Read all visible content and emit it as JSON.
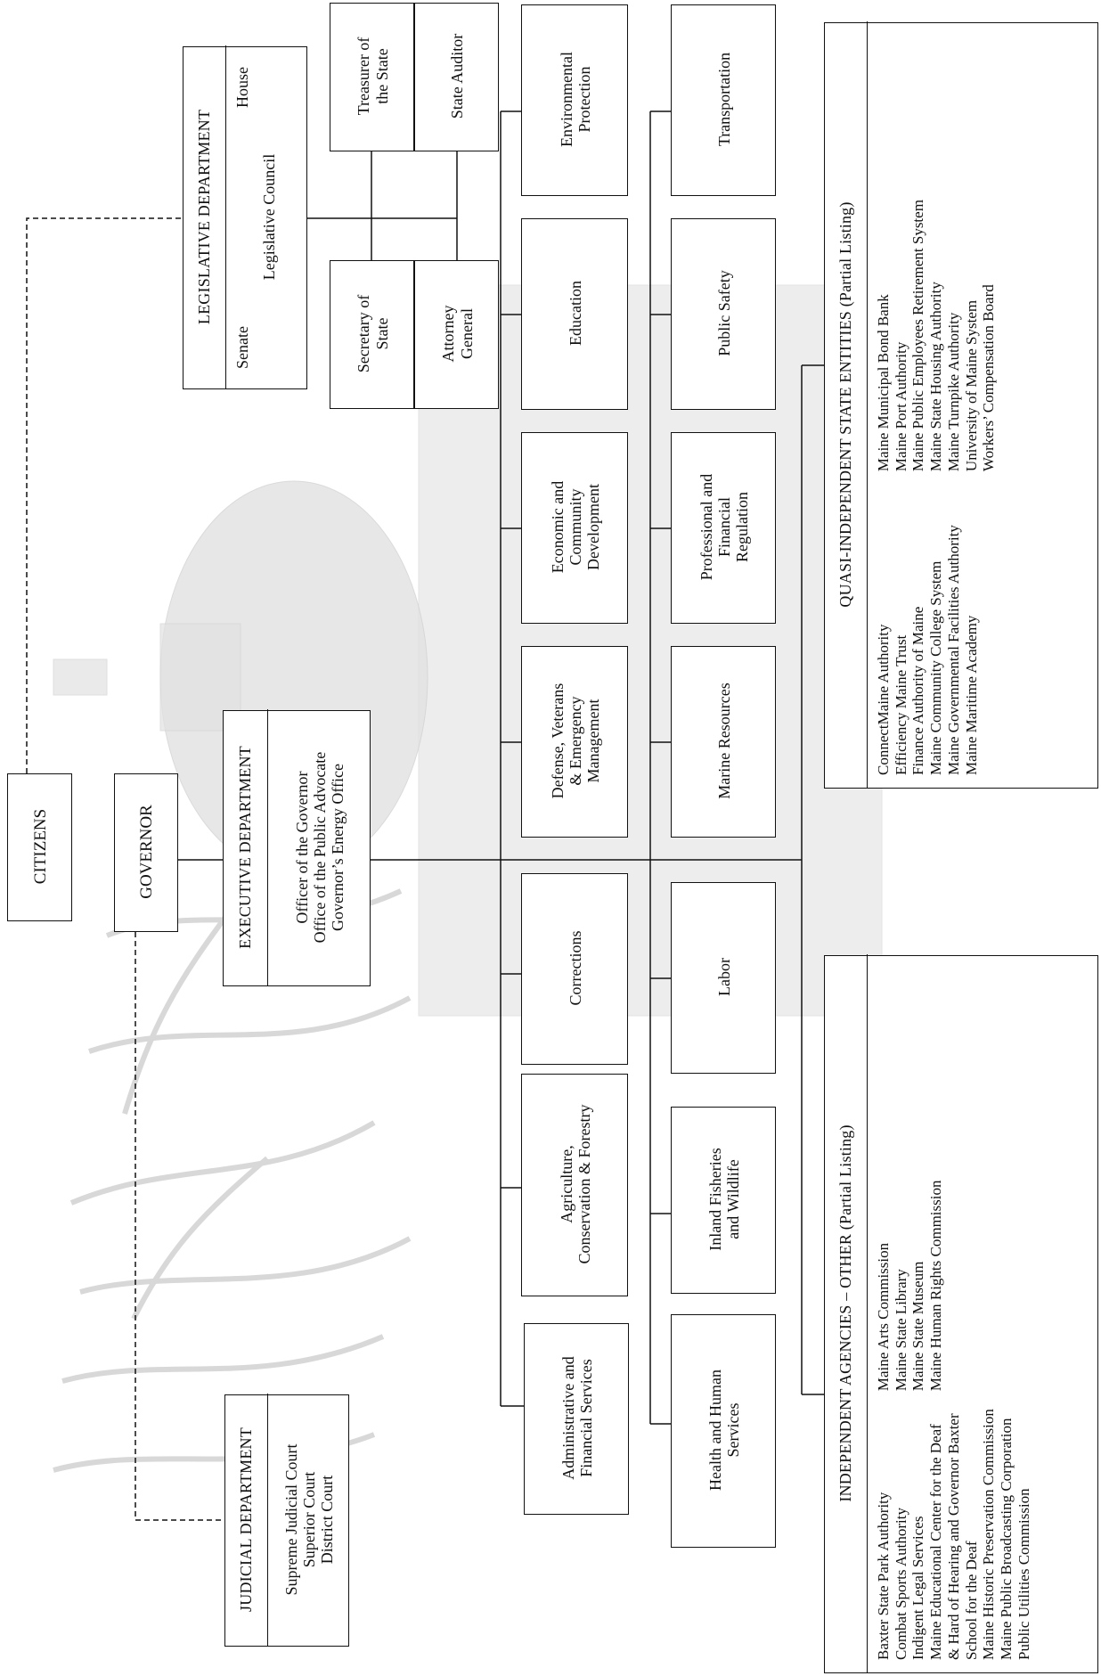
{
  "citizens": "CITIZENS",
  "governor": "GOVERNOR",
  "executive": {
    "title": "EXECUTIVE DEPARTMENT",
    "offices": [
      "Officer of the Governor",
      "Office of the Public Advocate",
      "Governor’s Energy Office"
    ]
  },
  "legislative": {
    "title": "LEGISLATIVE DEPARTMENT",
    "senate": "Senate",
    "council": "Legislative Council",
    "house": "House"
  },
  "judicial": {
    "title": "JUDICIAL DEPARTMENT",
    "courts": [
      "Supreme Judicial Court",
      "Superior Court",
      "District Court"
    ]
  },
  "constitutional": {
    "treasurer": [
      "Treasurer of",
      "the State"
    ],
    "auditor": [
      "State Auditor"
    ],
    "secretary": [
      "Secretary of",
      "State"
    ],
    "attorney": [
      "Attorney",
      "General"
    ]
  },
  "departments_upper": [
    [
      "Administrative and",
      "Financial Services"
    ],
    [
      "Agriculture,",
      "Conservation & Forestry"
    ],
    [
      "Corrections"
    ],
    [
      "Defense, Veterans",
      "& Emergency",
      "Management"
    ],
    [
      "Economic and",
      "Community",
      "Development"
    ],
    [
      "Education"
    ],
    [
      "Environmental",
      "Protection"
    ]
  ],
  "departments_lower": [
    [
      "Health and Human",
      "Services"
    ],
    [
      "Inland Fisheries",
      "and Wildlife"
    ],
    [
      "Labor"
    ],
    [
      "Marine Resources"
    ],
    [
      "Professional and",
      "Financial",
      "Regulation"
    ],
    [
      "Public Safety"
    ],
    [
      "Transportation"
    ]
  ],
  "independent": {
    "title": "INDEPENDENT AGENCIES – OTHER (Partial Listing)",
    "col1": [
      "Baxter State Park Authority",
      "Combat Sports Authority",
      "Indigent Legal Services",
      "Maine Educational Center for the Deaf",
      "& Hard of Hearing and Governor Baxter",
      "School for the Deaf",
      "Maine Historic Preservation Commission",
      "Maine Public Broadcasting Corporation",
      "Public Utilities Commission"
    ],
    "col2": [
      "Maine Arts Commission",
      "Maine State Library",
      "Maine State Museum",
      "Maine Human Rights Commission"
    ]
  },
  "quasi": {
    "title": "QUASI-INDEPENDENT STATE ENTITIES (Partial Listing)",
    "col1": [
      "ConnectMaine Authority",
      "Efficiency Maine Trust",
      "Finance Authority of Maine",
      "Maine Community College System",
      "Maine Governmental Facilities Authority",
      "Maine Maritime Academy"
    ],
    "col2": [
      "Maine Municipal Bond Bank",
      "Maine Port Authority",
      "Maine Public Employees Retirement System",
      "Maine State Housing Authority",
      "Maine Turnpike Authority",
      "University of Maine System",
      "Workers’ Compensation Board"
    ]
  },
  "colors": {
    "line": "#111111",
    "background_art": "#d8d8d8"
  }
}
